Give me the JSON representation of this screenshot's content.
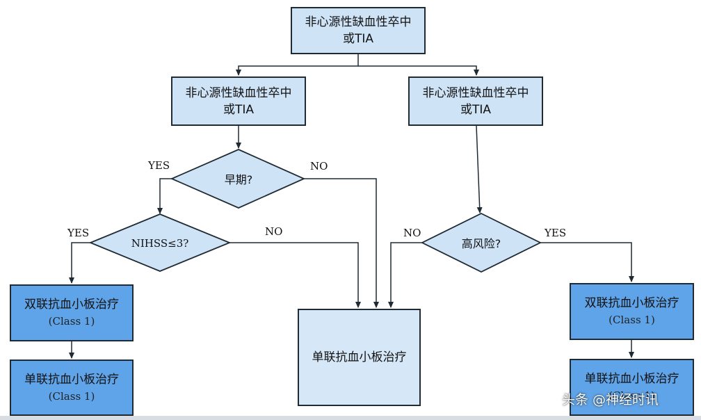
{
  "nodes": {
    "root": {
      "line1": "非心源性缺血性卒中",
      "line2": "或TIA"
    },
    "left_mid": {
      "line1": "非心源性缺血性卒中",
      "line2": "或TIA"
    },
    "right_mid": {
      "line1": "非心源性缺血性卒中",
      "line2": "或TIA"
    },
    "early": {
      "label": "早期?"
    },
    "nihss": {
      "label": "NIHSS≤3?"
    },
    "high_risk": {
      "label": "高风险?"
    },
    "dual_left": {
      "line1": "双联抗血小板治疗",
      "line2": "(Class 1)"
    },
    "single_left": {
      "line1": "单联抗血小板治疗",
      "line2": "(Class 1)"
    },
    "single_center": {
      "line1": "单联抗血小板治疗"
    },
    "dual_right": {
      "line1": "双联抗血小板治疗",
      "line2": "(Class 1)"
    },
    "single_right": {
      "line1": "单联抗血小板治疗",
      "line2": "(Class 1)"
    }
  },
  "edge_labels": {
    "early_yes": "YES",
    "early_no": "NO",
    "nihss_yes": "YES",
    "nihss_no": "NO",
    "risk_no": "NO",
    "risk_yes": "YES"
  },
  "watermark": "头条 @神经时讯",
  "colors": {
    "light_box": "#cfe3f7",
    "dark_box": "#5fa3e8",
    "border": "#1f2a33"
  }
}
